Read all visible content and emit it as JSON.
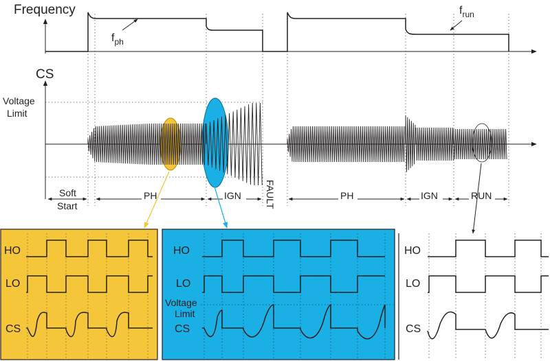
{
  "top_panel": {
    "axis_label": "Frequency",
    "f_ph": {
      "base": "f",
      "sub": "ph"
    },
    "f_run": {
      "base": "f",
      "sub": "run"
    }
  },
  "middle_panel": {
    "axis_label": "CS",
    "voltage_limit_line1": "Voltage",
    "voltage_limit_line2": "Limit",
    "phases": {
      "soft_start_line1": "Soft",
      "soft_start_line2": "Start",
      "ph_1": "PH",
      "ign_1": "IGN",
      "fault": "FAULT",
      "ph_2": "PH",
      "ign_2": "IGN",
      "run": "RUN"
    }
  },
  "zoom_panels": {
    "ph": {
      "ho": "HO",
      "lo": "LO",
      "cs": "CS"
    },
    "ign": {
      "ho": "HO",
      "lo": "LO",
      "cs": "CS",
      "voltage_limit_line1": "Voltage",
      "voltage_limit_line2": "Limit"
    },
    "run": {
      "ho": "HO",
      "lo": "LO",
      "cs": "CS"
    }
  },
  "colors": {
    "ph_highlight": "#f5c53a",
    "ign_highlight": "#1ab0e5",
    "ink": "#231f20"
  }
}
